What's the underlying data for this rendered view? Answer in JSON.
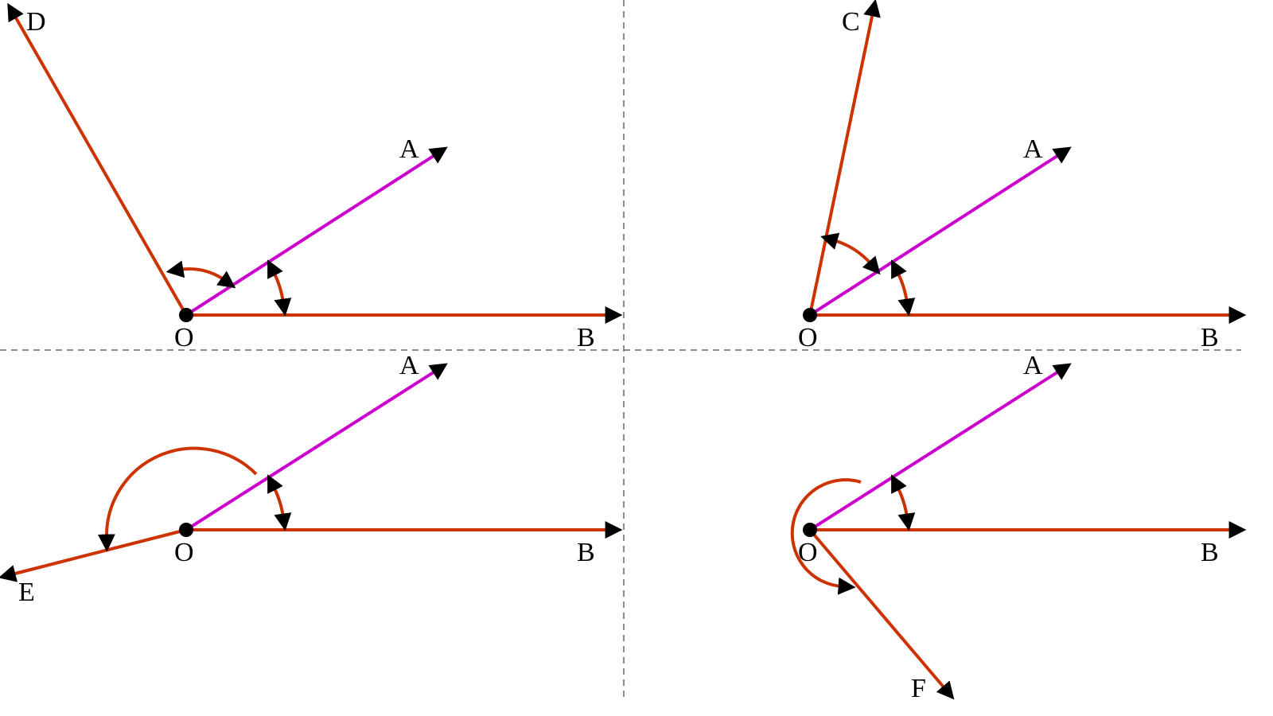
{
  "colors": {
    "ray": "#cc3300",
    "ray_oa": "#cc00cc",
    "divider": "#666666"
  },
  "panels": [
    {
      "labels": {
        "origin": "O",
        "a": "A",
        "b": "B",
        "other": "D"
      }
    },
    {
      "labels": {
        "origin": "O",
        "a": "A",
        "b": "B",
        "other": "C"
      }
    },
    {
      "labels": {
        "origin": "O",
        "a": "A",
        "b": "B",
        "other": "E"
      }
    },
    {
      "labels": {
        "origin": "O",
        "a": "A",
        "b": "B",
        "other": "F"
      }
    }
  ]
}
